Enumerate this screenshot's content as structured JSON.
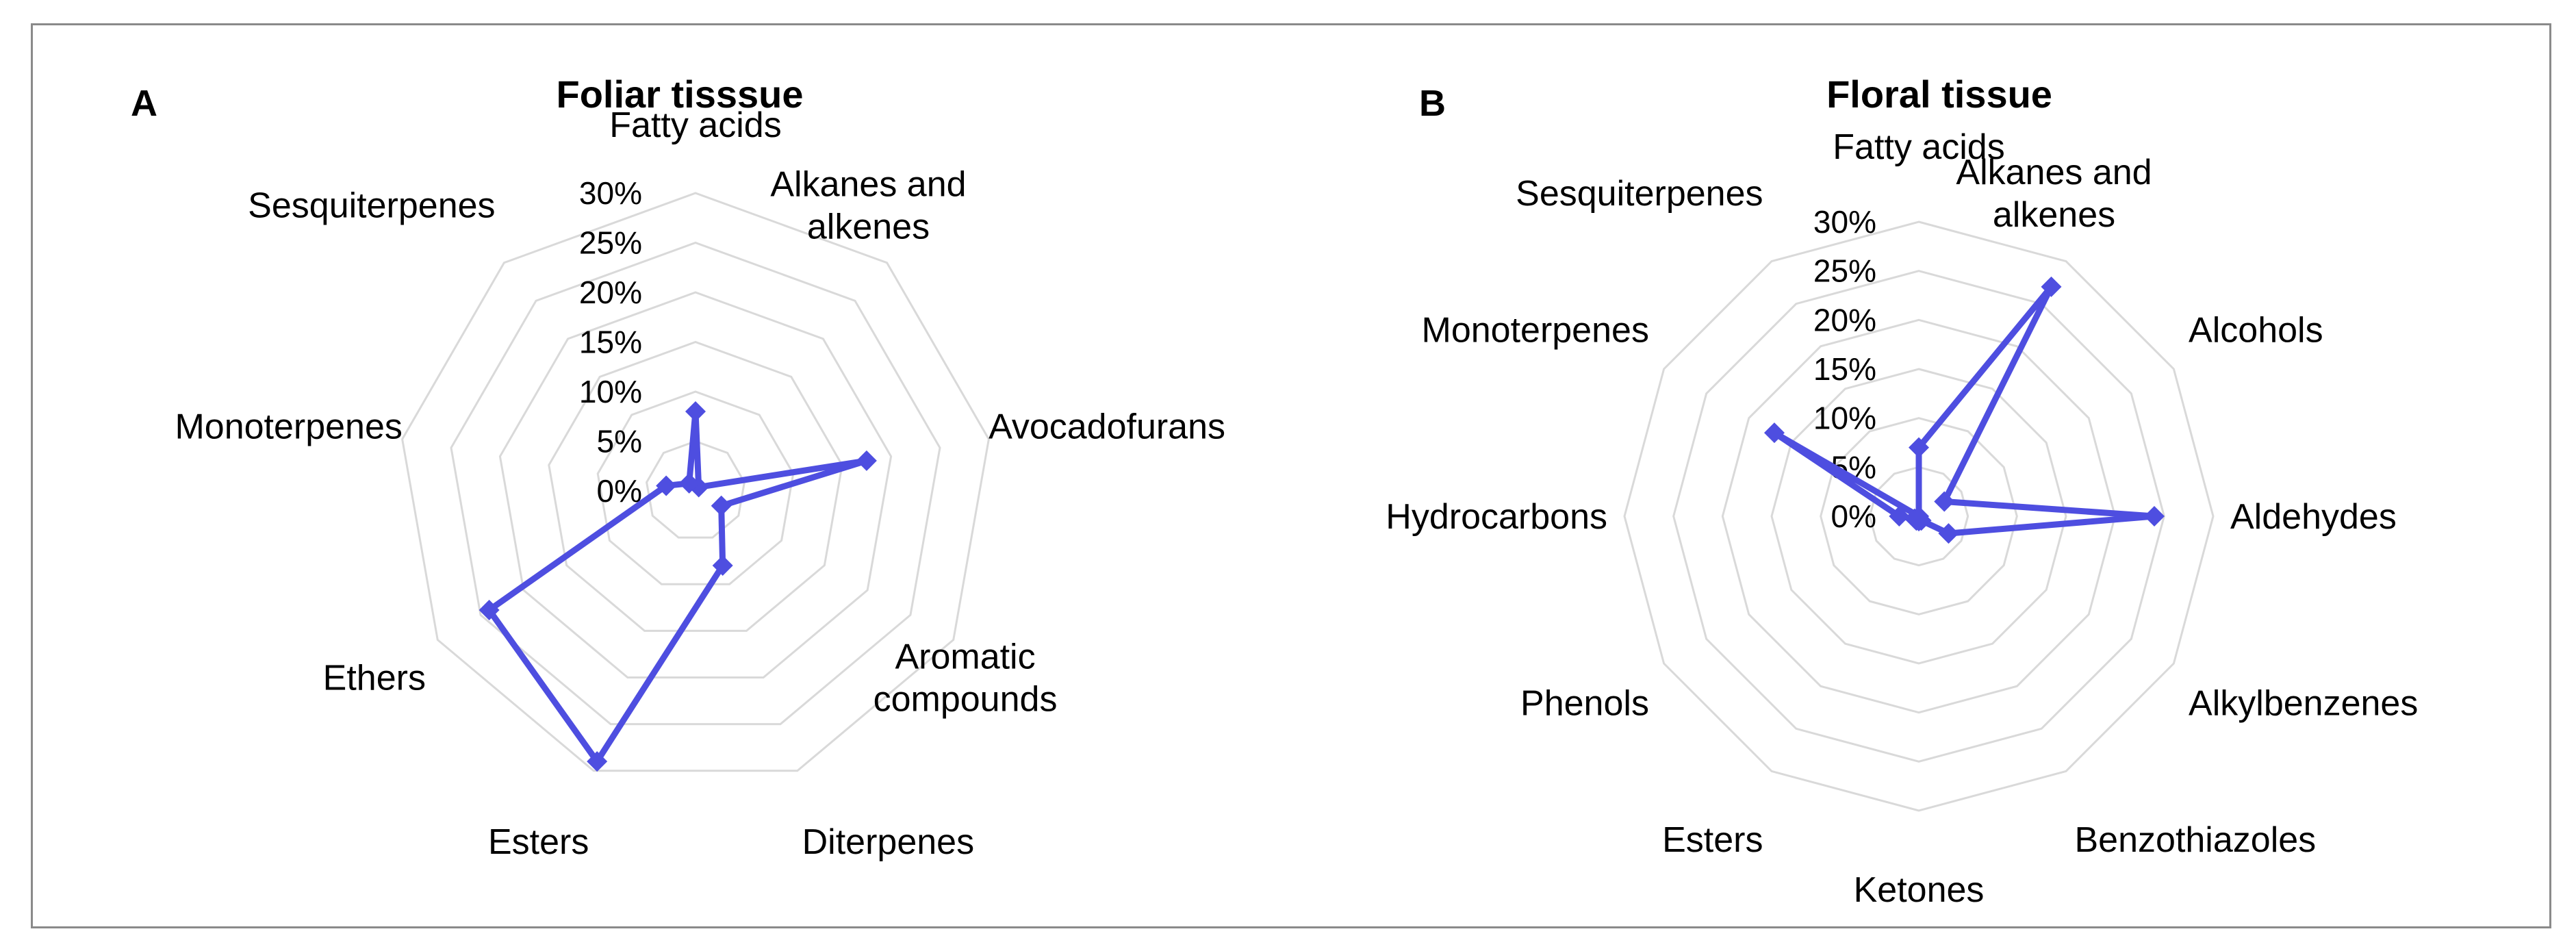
{
  "colors": {
    "series": "#4e4ee0",
    "grid": "#d9d9d9",
    "frame": "#8a8a8a"
  },
  "chart_data": [
    {
      "panel": "A",
      "type": "radar",
      "title": "Foliar tisssue",
      "categories": [
        "Fatty acids",
        "Alkanes and alkenes",
        "Avocadofurans",
        "Aromatic compounds",
        "Diterpenes",
        "Esters",
        "Ethers",
        "Monoterpenes",
        "Sesquiterpenes"
      ],
      "series": [
        {
          "values": [
            8,
            0.5,
            17.5,
            3,
            8,
            29,
            24,
            3,
            1
          ]
        }
      ],
      "rlim": [
        0,
        30
      ],
      "ticks": [
        0,
        5,
        10,
        15,
        20,
        25,
        30
      ],
      "tick_labels": [
        "0%",
        "5%",
        "10%",
        "15%",
        "20%",
        "25%",
        "30%"
      ],
      "grid": true
    },
    {
      "panel": "B",
      "type": "radar",
      "title": "Floral tissue",
      "categories": [
        "Fatty acids",
        "Alkanes and alkenes",
        "Alcohols",
        "Aldehydes",
        "Alkylbenzenes",
        "Benzothiazoles",
        "Ketones",
        "Esters",
        "Phenols",
        "Hydrocarbons",
        "Monoterpenes",
        "Sesquiterpenes"
      ],
      "series": [
        {
          "values": [
            7,
            27,
            3,
            24,
            3.5,
            0.5,
            0.5,
            0.5,
            0.5,
            2,
            17,
            0
          ]
        }
      ],
      "rlim": [
        0,
        30
      ],
      "ticks": [
        0,
        5,
        10,
        15,
        20,
        25,
        30
      ],
      "tick_labels": [
        "0%",
        "5%",
        "10%",
        "15%",
        "20%",
        "25%",
        "30%"
      ],
      "grid": true
    }
  ]
}
